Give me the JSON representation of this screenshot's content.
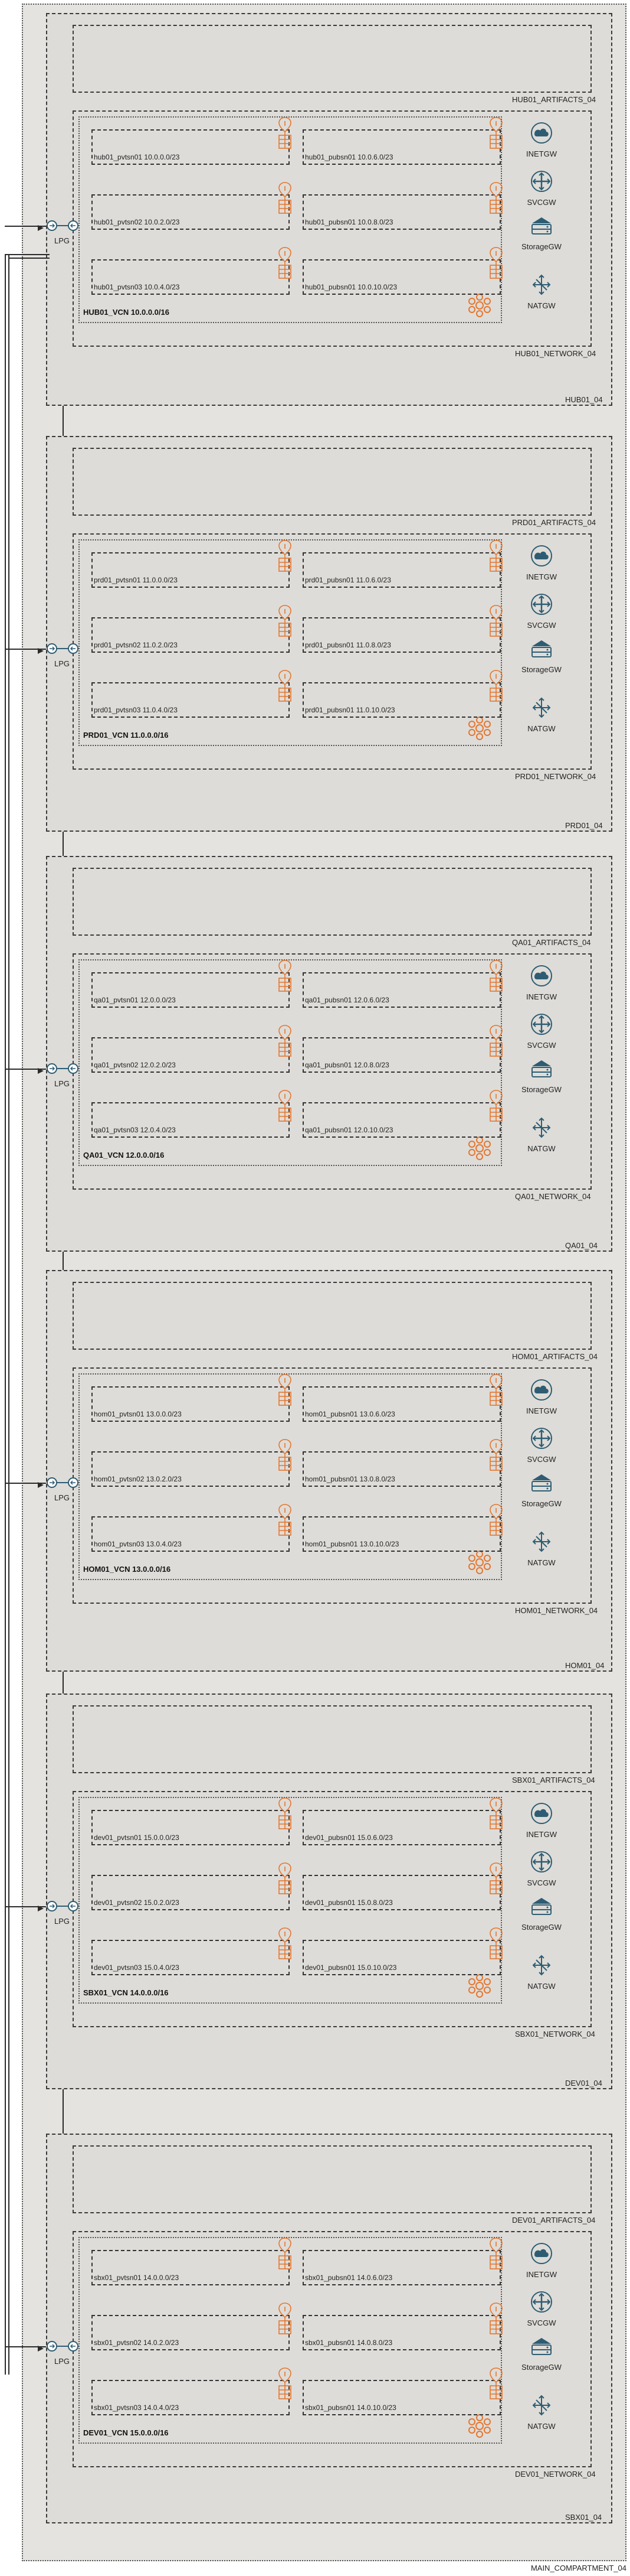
{
  "main_label": "MAIN_COMPARTMENT_04",
  "lpg_label": "LPG",
  "gateways": {
    "inet": "INETGW",
    "svc": "SVCGW",
    "storage": "StorageGW",
    "nat": "NATGW"
  },
  "compartments": [
    {
      "name": "HUB01_04",
      "artifacts": "HUB01_ARTIFACTS_04",
      "network": "HUB01_NETWORK_04",
      "vcn": "HUB01_VCN 10.0.0.0/16",
      "subnets": [
        [
          "hub01_pvtsn01 10.0.0.0/23",
          "hub01_pubsn01 10.0.6.0/23"
        ],
        [
          "hub01_pvtsn02 10.0.2.0/23",
          "hub01_pubsn01 10.0.8.0/23"
        ],
        [
          "hub01_pvtsn03 10.0.4.0/23",
          "hub01_pubsn01 10.0.10.0/23"
        ]
      ]
    },
    {
      "name": "PRD01_04",
      "artifacts": "PRD01_ARTIFACTS_04",
      "network": "PRD01_NETWORK_04",
      "vcn": "PRD01_VCN 11.0.0.0/16",
      "subnets": [
        [
          "prd01_pvtsn01 11.0.0.0/23",
          "prd01_pubsn01 11.0.6.0/23"
        ],
        [
          "prd01_pvtsn02 11.0.2.0/23",
          "prd01_pubsn01 11.0.8.0/23"
        ],
        [
          "prd01_pvtsn03 11.0.4.0/23",
          "prd01_pubsn01 11.0.10.0/23"
        ]
      ]
    },
    {
      "name": "QA01_04",
      "artifacts": "QA01_ARTIFACTS_04",
      "network": "QA01_NETWORK_04",
      "vcn": "QA01_VCN 12.0.0.0/16",
      "subnets": [
        [
          "qa01_pvtsn01 12.0.0.0/23",
          "qa01_pubsn01 12.0.6.0/23"
        ],
        [
          "qa01_pvtsn02 12.0.2.0/23",
          "qa01_pubsn01 12.0.8.0/23"
        ],
        [
          "qa01_pvtsn03 12.0.4.0/23",
          "qa01_pubsn01 12.0.10.0/23"
        ]
      ]
    },
    {
      "name": "HOM01_04",
      "artifacts": "HOM01_ARTIFACTS_04",
      "network": "HOM01_NETWORK_04",
      "vcn": "HOM01_VCN 13.0.0.0/16",
      "subnets": [
        [
          "hom01_pvtsn01 13.0.0.0/23",
          "hom01_pubsn01 13.0.6.0/23"
        ],
        [
          "hom01_pvtsn02 13.0.2.0/23",
          "hom01_pubsn01 13.0.8.0/23"
        ],
        [
          "hom01_pvtsn03 13.0.4.0/23",
          "hom01_pubsn01 13.0.10.0/23"
        ]
      ]
    },
    {
      "name": "DEV01_04",
      "artifacts": "SBX01_ARTIFACTS_04",
      "network": "SBX01_NETWORK_04",
      "vcn": "SBX01_VCN 14.0.0.0/16",
      "subnets": [
        [
          "dev01_pvtsn01 15.0.0.0/23",
          "dev01_pubsn01 15.0.6.0/23"
        ],
        [
          "dev01_pvtsn02 15.0.2.0/23",
          "dev01_pubsn01 15.0.8.0/23"
        ],
        [
          "dev01_pvtsn03 15.0.4.0/23",
          "dev01_pubsn01 15.0.10.0/23"
        ]
      ]
    },
    {
      "name": "SBX01_04",
      "artifacts": "DEV01_ARTIFACTS_04",
      "network": "DEV01_NETWORK_04",
      "vcn": "DEV01_VCN 15.0.0.0/16",
      "subnets": [
        [
          "sbx01_pvtsn01 14.0.0.0/23",
          "sbx01_pubsn01 14.0.6.0/23"
        ],
        [
          "sbx01_pvtsn02 14.0.2.0/23",
          "sbx01_pubsn01 14.0.8.0/23"
        ],
        [
          "sbx01_pvtsn03 14.0.4.0/23",
          "sbx01_pubsn01 14.0.10.0/23"
        ]
      ]
    }
  ]
}
